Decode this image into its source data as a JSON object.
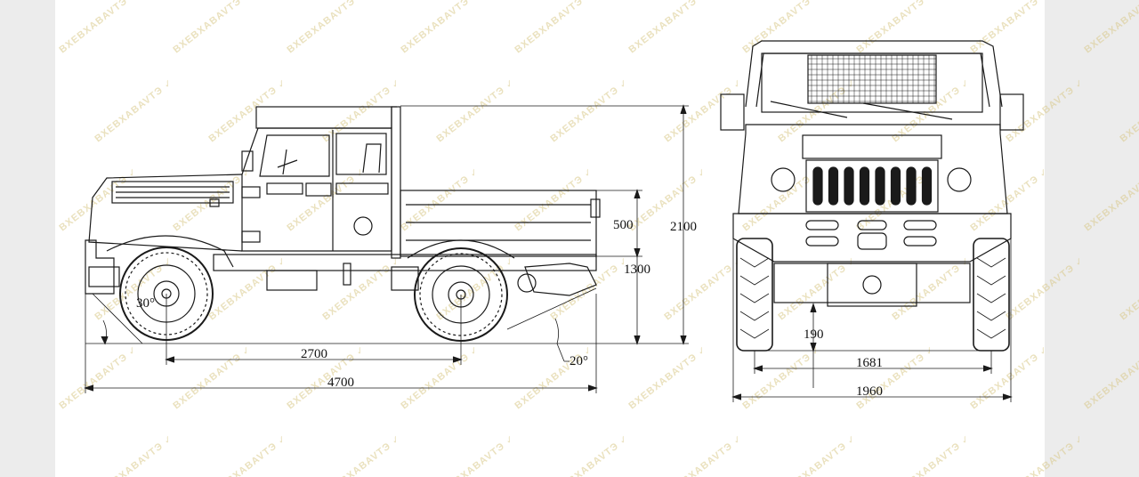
{
  "watermark": {
    "text": "BXEBXABAVTЭ ✓",
    "color": "#d9c98a"
  },
  "colors": {
    "line": "#1a1a1a",
    "background": "#ffffff",
    "margin": "#ececec"
  },
  "side_view": {
    "dimensions": {
      "wheelbase": "2700",
      "overall_length": "4700",
      "overall_height": "2100",
      "bed_height": "1300",
      "bed_side": "500",
      "approach_angle": "30°",
      "departure_angle": "20°"
    }
  },
  "front_view": {
    "dimensions": {
      "ground_clearance": "190",
      "track_width": "1681",
      "overall_width": "1960"
    }
  }
}
